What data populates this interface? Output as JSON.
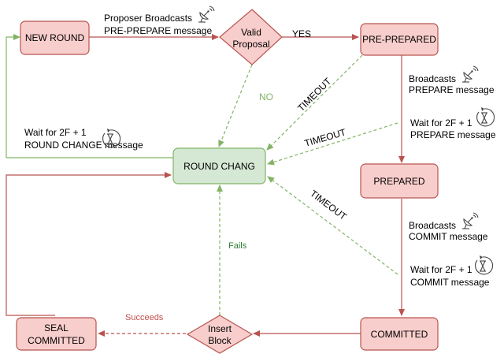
{
  "colors": {
    "red_fill": "#f8cecc",
    "red_stroke": "#b85450",
    "green_fill": "#d5e8d4",
    "green_stroke": "#82b366",
    "no_label": "#82b366",
    "fails_label": "#2e7d32",
    "succeeds_label": "#c0504d"
  },
  "nodes": {
    "new_round": "NEW ROUND",
    "valid_proposal": [
      "Valid",
      "Proposal"
    ],
    "pre_prepared": "PRE-PREPARED",
    "round_change": "ROUND CHANG",
    "prepared": "PREPARED",
    "committed": "COMMITTED",
    "insert_block": [
      "Insert",
      "Block"
    ],
    "seal_committed": [
      "SEAL",
      "COMMITTED"
    ]
  },
  "edge_labels": {
    "proposer_broadcasts": [
      "Proposer Broadcasts",
      "PRE-PREPARE message"
    ],
    "yes": "YES",
    "no": "NO",
    "broadcasts_prepare": [
      "Broadcasts",
      "PREPARE message"
    ],
    "wait_prepare": [
      "Wait for 2F + 1",
      "PREPARE message"
    ],
    "broadcasts_commit": [
      "Broadcasts",
      "COMMIT message"
    ],
    "wait_commit": [
      "Wait for 2F + 1",
      "COMMIT message"
    ],
    "wait_round_change": [
      "Wait for 2F + 1",
      "ROUND CHANGE message"
    ],
    "timeout_1": "TIMEOUT",
    "timeout_2": "TIMEOUT",
    "timeout_3": "TIMEOUT",
    "fails": "Fails",
    "succeeds": "Succeeds"
  },
  "icons": [
    "satellite-dish-icon",
    "hourglass-timer-icon"
  ]
}
